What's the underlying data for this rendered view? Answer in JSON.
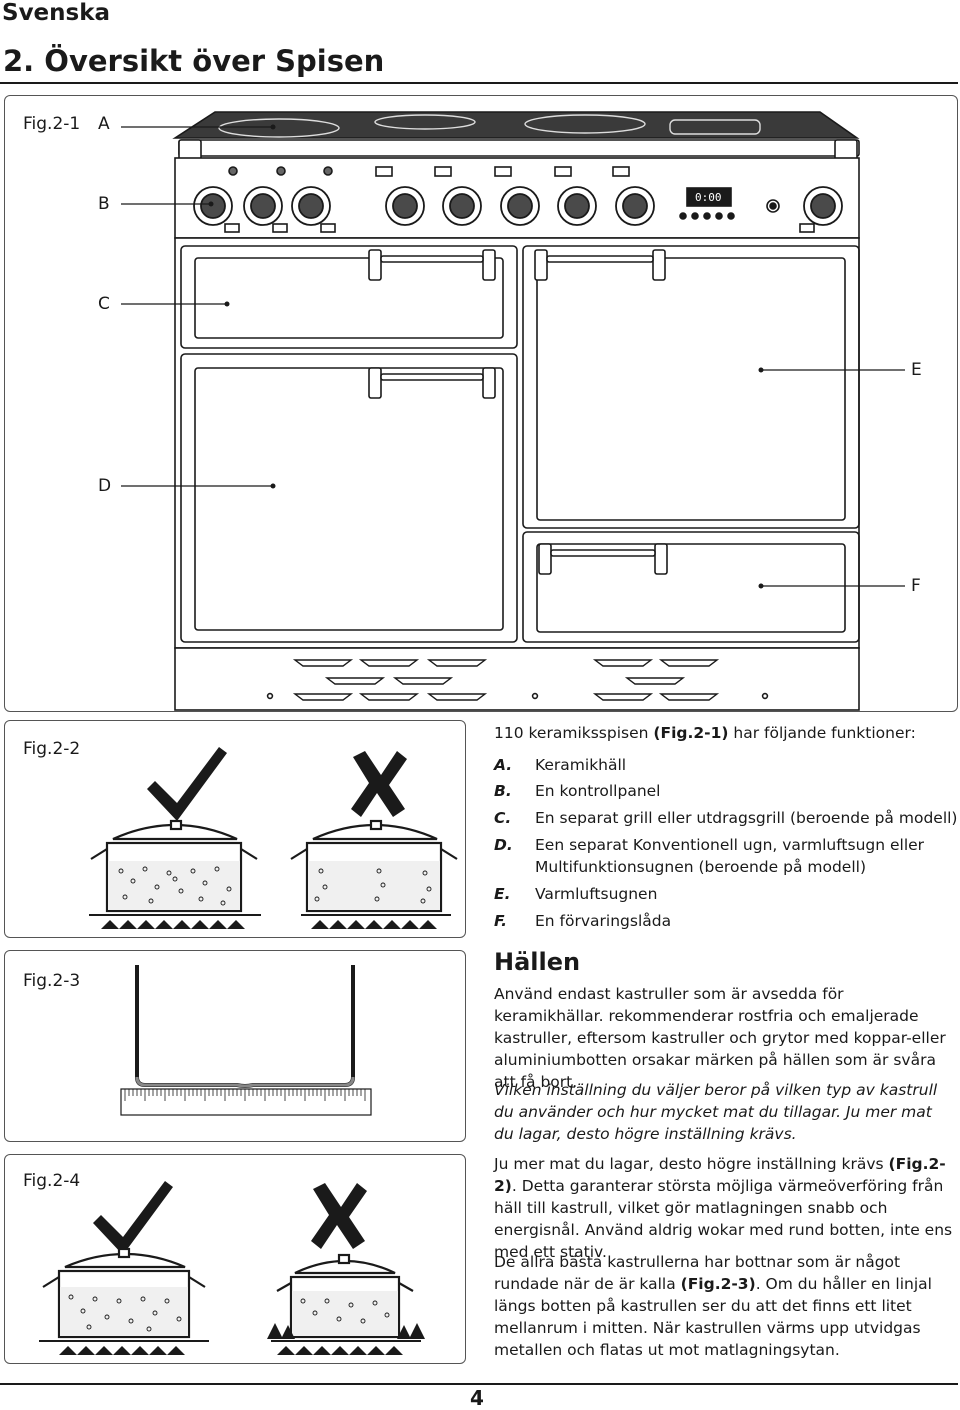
{
  "header": {
    "language": "Svenska",
    "title": "2. Översikt över Spisen"
  },
  "fig1": {
    "label": "Fig.2-1",
    "letters": {
      "a": "A",
      "b": "B",
      "c": "C",
      "d": "D",
      "e": "E",
      "f": "F"
    },
    "timer_display": "0:00"
  },
  "fig2": {
    "label": "Fig.2-2"
  },
  "fig3": {
    "label": "Fig.2-3"
  },
  "fig4": {
    "label": "Fig.2-4"
  },
  "content": {
    "intro_text": "110 keramiksspisen ",
    "intro_ref": "(Fig.2-1)",
    "intro_end": " har följande funktioner:",
    "features": [
      {
        "key": "A.",
        "text": "Keramikhäll"
      },
      {
        "key": "B.",
        "text": "En kontrollpanel"
      },
      {
        "key": "C.",
        "text": "En separat grill eller utdragsgrill (beroende på modell)"
      },
      {
        "key": "D.",
        "text": "Een separat Konventionell ugn, varmluftsugn eller"
      },
      {
        "key": "",
        "text": "Multifunktionsugnen (beroende på modell)"
      },
      {
        "key": "E.",
        "text": "Varmluftsugnen"
      },
      {
        "key": "F.",
        "text": "En förvaringslåda"
      }
    ],
    "section_title": "Hällen",
    "p1": "Använd endast kastruller som är avsedda för keramikhällar. rekommenderar rostfria och emaljerade kastruller, eftersom kastruller och grytor med koppar-eller aluminiumbotten orsakar märken på hällen som är svåra att få bort.",
    "p2": "Vilken inställning du väljer beror på vilken typ av kastrull du använder och hur mycket mat du tillagar. Ju mer mat du lagar, desto högre inställning krävs.",
    "p3a": "Ju mer mat du lagar, desto högre inställning krävs ",
    "p3ref": "(Fig.2-2)",
    "p3b": ". Detta garanterar största möjliga värmeöverföring från häll till kastrull, vilket gör matlagningen snabb och energisnål. Använd aldrig wokar med rund botten, inte ens med ett stativ.",
    "p4a": "De allra bästa kastrullerna har bottnar som är något rundade när de är kalla ",
    "p4ref": "(Fig.2-3)",
    "p4b": ". Om du håller en linjal längs botten på kastrullen ser du att det finns ett litet mellanrum i mitten. När kastrullen värms upp utvidgas metallen och flatas ut mot matlagningsytan."
  },
  "footer": {
    "page_number": "4"
  }
}
